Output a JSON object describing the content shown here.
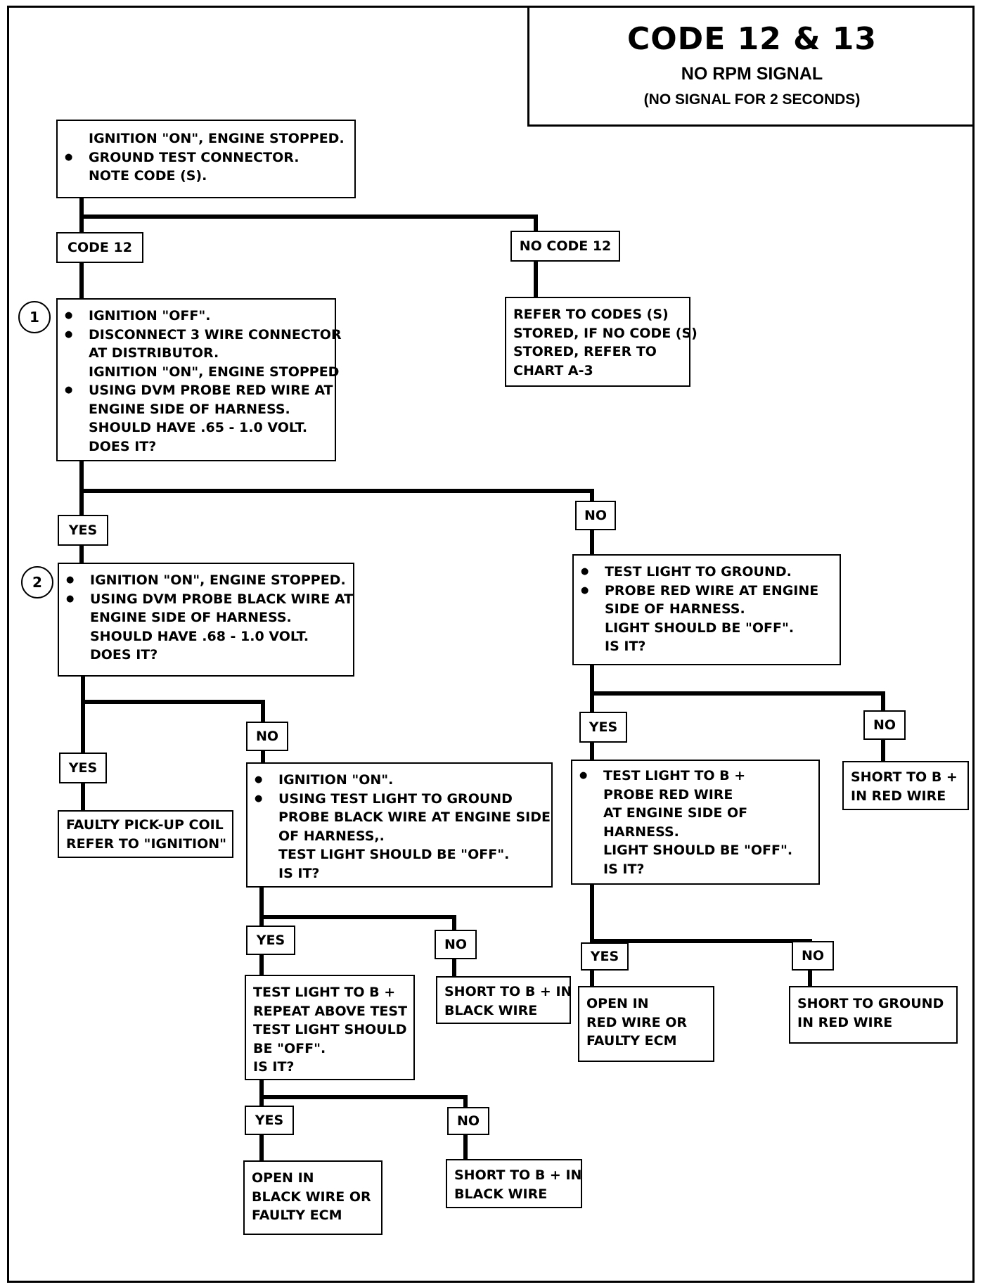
{
  "title": {
    "code": "CODE 12 & 13",
    "subtitle": "NO RPM SIGNAL",
    "note": "(NO SIGNAL FOR 2 SECONDS)"
  },
  "steps": {
    "start": [
      {
        "bullet": false,
        "text": "IGNITION \"ON\", ENGINE STOPPED."
      },
      {
        "bullet": true,
        "text": "GROUND TEST CONNECTOR."
      },
      {
        "bullet": false,
        "text": "NOTE CODE (S)."
      }
    ],
    "step1": [
      {
        "bullet": true,
        "text": "IGNITION \"OFF\"."
      },
      {
        "bullet": true,
        "text": "DISCONNECT 3 WIRE CONNECTOR"
      },
      {
        "bullet": false,
        "text": "AT DISTRIBUTOR."
      },
      {
        "bullet": false,
        "text": "IGNITION \"ON\", ENGINE STOPPED"
      },
      {
        "bullet": true,
        "text": "USING DVM PROBE RED WIRE AT"
      },
      {
        "bullet": false,
        "text": "ENGINE SIDE OF HARNESS."
      },
      {
        "bullet": false,
        "text": "SHOULD HAVE .65 - 1.0 VOLT."
      },
      {
        "bullet": false,
        "text": "DOES IT?"
      }
    ],
    "refer_codes": [
      "REFER TO CODES (S)",
      "STORED, IF NO CODE (S)",
      "STORED, REFER TO",
      "CHART A-3"
    ],
    "step2": [
      {
        "bullet": true,
        "text": "IGNITION \"ON\", ENGINE STOPPED."
      },
      {
        "bullet": true,
        "text": "USING DVM PROBE BLACK WIRE AT"
      },
      {
        "bullet": false,
        "text": "ENGINE SIDE OF HARNESS."
      },
      {
        "bullet": false,
        "text": "SHOULD HAVE .68 - 1.0 VOLT."
      },
      {
        "bullet": false,
        "text": "DOES IT?"
      }
    ],
    "red_ground_test": [
      {
        "bullet": true,
        "text": "TEST LIGHT TO GROUND."
      },
      {
        "bullet": true,
        "text": "PROBE RED WIRE AT ENGINE"
      },
      {
        "bullet": false,
        "text": "SIDE OF HARNESS."
      },
      {
        "bullet": false,
        "text": "LIGHT SHOULD BE \"OFF\"."
      },
      {
        "bullet": false,
        "text": "IS IT?"
      }
    ],
    "faulty_pickup": [
      "FAULTY PICK-UP COIL",
      "REFER TO  \"IGNITION\""
    ],
    "black_ground_test": [
      {
        "bullet": true,
        "text": "IGNITION \"ON\"."
      },
      {
        "bullet": true,
        "text": "USING TEST LIGHT TO GROUND"
      },
      {
        "bullet": false,
        "text": "PROBE BLACK WIRE AT ENGINE SIDE"
      },
      {
        "bullet": false,
        "text": "OF HARNESS,."
      },
      {
        "bullet": false,
        "text": "TEST LIGHT SHOULD BE \"OFF\"."
      },
      {
        "bullet": false,
        "text": "IS IT?"
      }
    ],
    "red_bplus_test": [
      {
        "bullet": true,
        "text": "TEST LIGHT TO B +"
      },
      {
        "bullet": false,
        "text": "PROBE RED WIRE"
      },
      {
        "bullet": false,
        "text": "AT ENGINE SIDE OF"
      },
      {
        "bullet": false,
        "text": "HARNESS."
      },
      {
        "bullet": false,
        "text": "LIGHT SHOULD BE \"OFF\"."
      },
      {
        "bullet": false,
        "text": "IS IT?"
      }
    ],
    "short_bplus_red": [
      "SHORT TO B +",
      "IN RED WIRE"
    ],
    "black_bplus_test": [
      "TEST LIGHT TO B +",
      "REPEAT ABOVE TEST",
      "TEST LIGHT SHOULD",
      "BE \"OFF\".",
      "IS IT?"
    ],
    "short_bplus_black_1": [
      "SHORT TO B +  IN",
      "BLACK WIRE"
    ],
    "open_red": [
      "OPEN IN",
      "RED WIRE OR",
      "FAULTY ECM"
    ],
    "short_ground_red": [
      "SHORT TO GROUND",
      "IN RED WIRE"
    ],
    "open_black": [
      "OPEN IN",
      "BLACK WIRE OR",
      "FAULTY ECM"
    ],
    "short_bplus_black_2": [
      "SHORT TO B +  IN",
      "BLACK WIRE"
    ]
  },
  "labels": {
    "code12": "CODE 12",
    "no_code12": "NO CODE 12",
    "yes": "YES",
    "no": "NO"
  },
  "markers": {
    "one": "1",
    "two": "2"
  }
}
